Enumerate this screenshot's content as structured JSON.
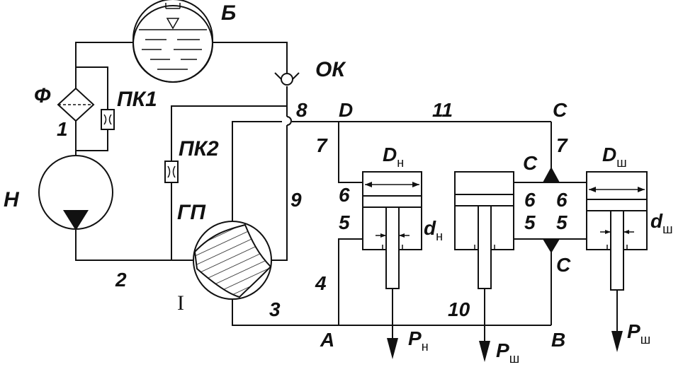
{
  "labels": {
    "tank": "Б",
    "check_valve": "ОК",
    "filter": "Ф",
    "relief_valve_1": "ПК1",
    "relief_valve_2": "ПК2",
    "pump": "Н",
    "distributor": "ГП",
    "distributor_position": "I",
    "line_1": "1",
    "line_2": "2",
    "line_3": "3",
    "line_4": "4",
    "line_5_a": "5",
    "line_5_b": "5",
    "line_5_c": "5",
    "line_6_a": "6",
    "line_6_b": "6",
    "line_6_c": "6",
    "line_7_a": "7",
    "line_7_b": "7",
    "line_8": "8",
    "line_9": "9",
    "line_10": "10",
    "line_11": "11",
    "node_A": "A",
    "node_B": "B",
    "node_C_top": "C",
    "node_C_mid": "C",
    "node_C_bottom": "C",
    "node_D": "D",
    "cyl1_bore": "D",
    "cyl1_bore_sub": "н",
    "cyl1_rod": "d",
    "cyl1_rod_sub": "н",
    "cyl1_force": "P",
    "cyl1_force_sub": "н",
    "cyl2_force": "P",
    "cyl2_force_sub": "ш",
    "cyl3_bore": "D",
    "cyl3_bore_sub": "ш",
    "cyl3_rod": "d",
    "cyl3_rod_sub": "ш",
    "cyl3_force": "P",
    "cyl3_force_sub": "ш"
  }
}
